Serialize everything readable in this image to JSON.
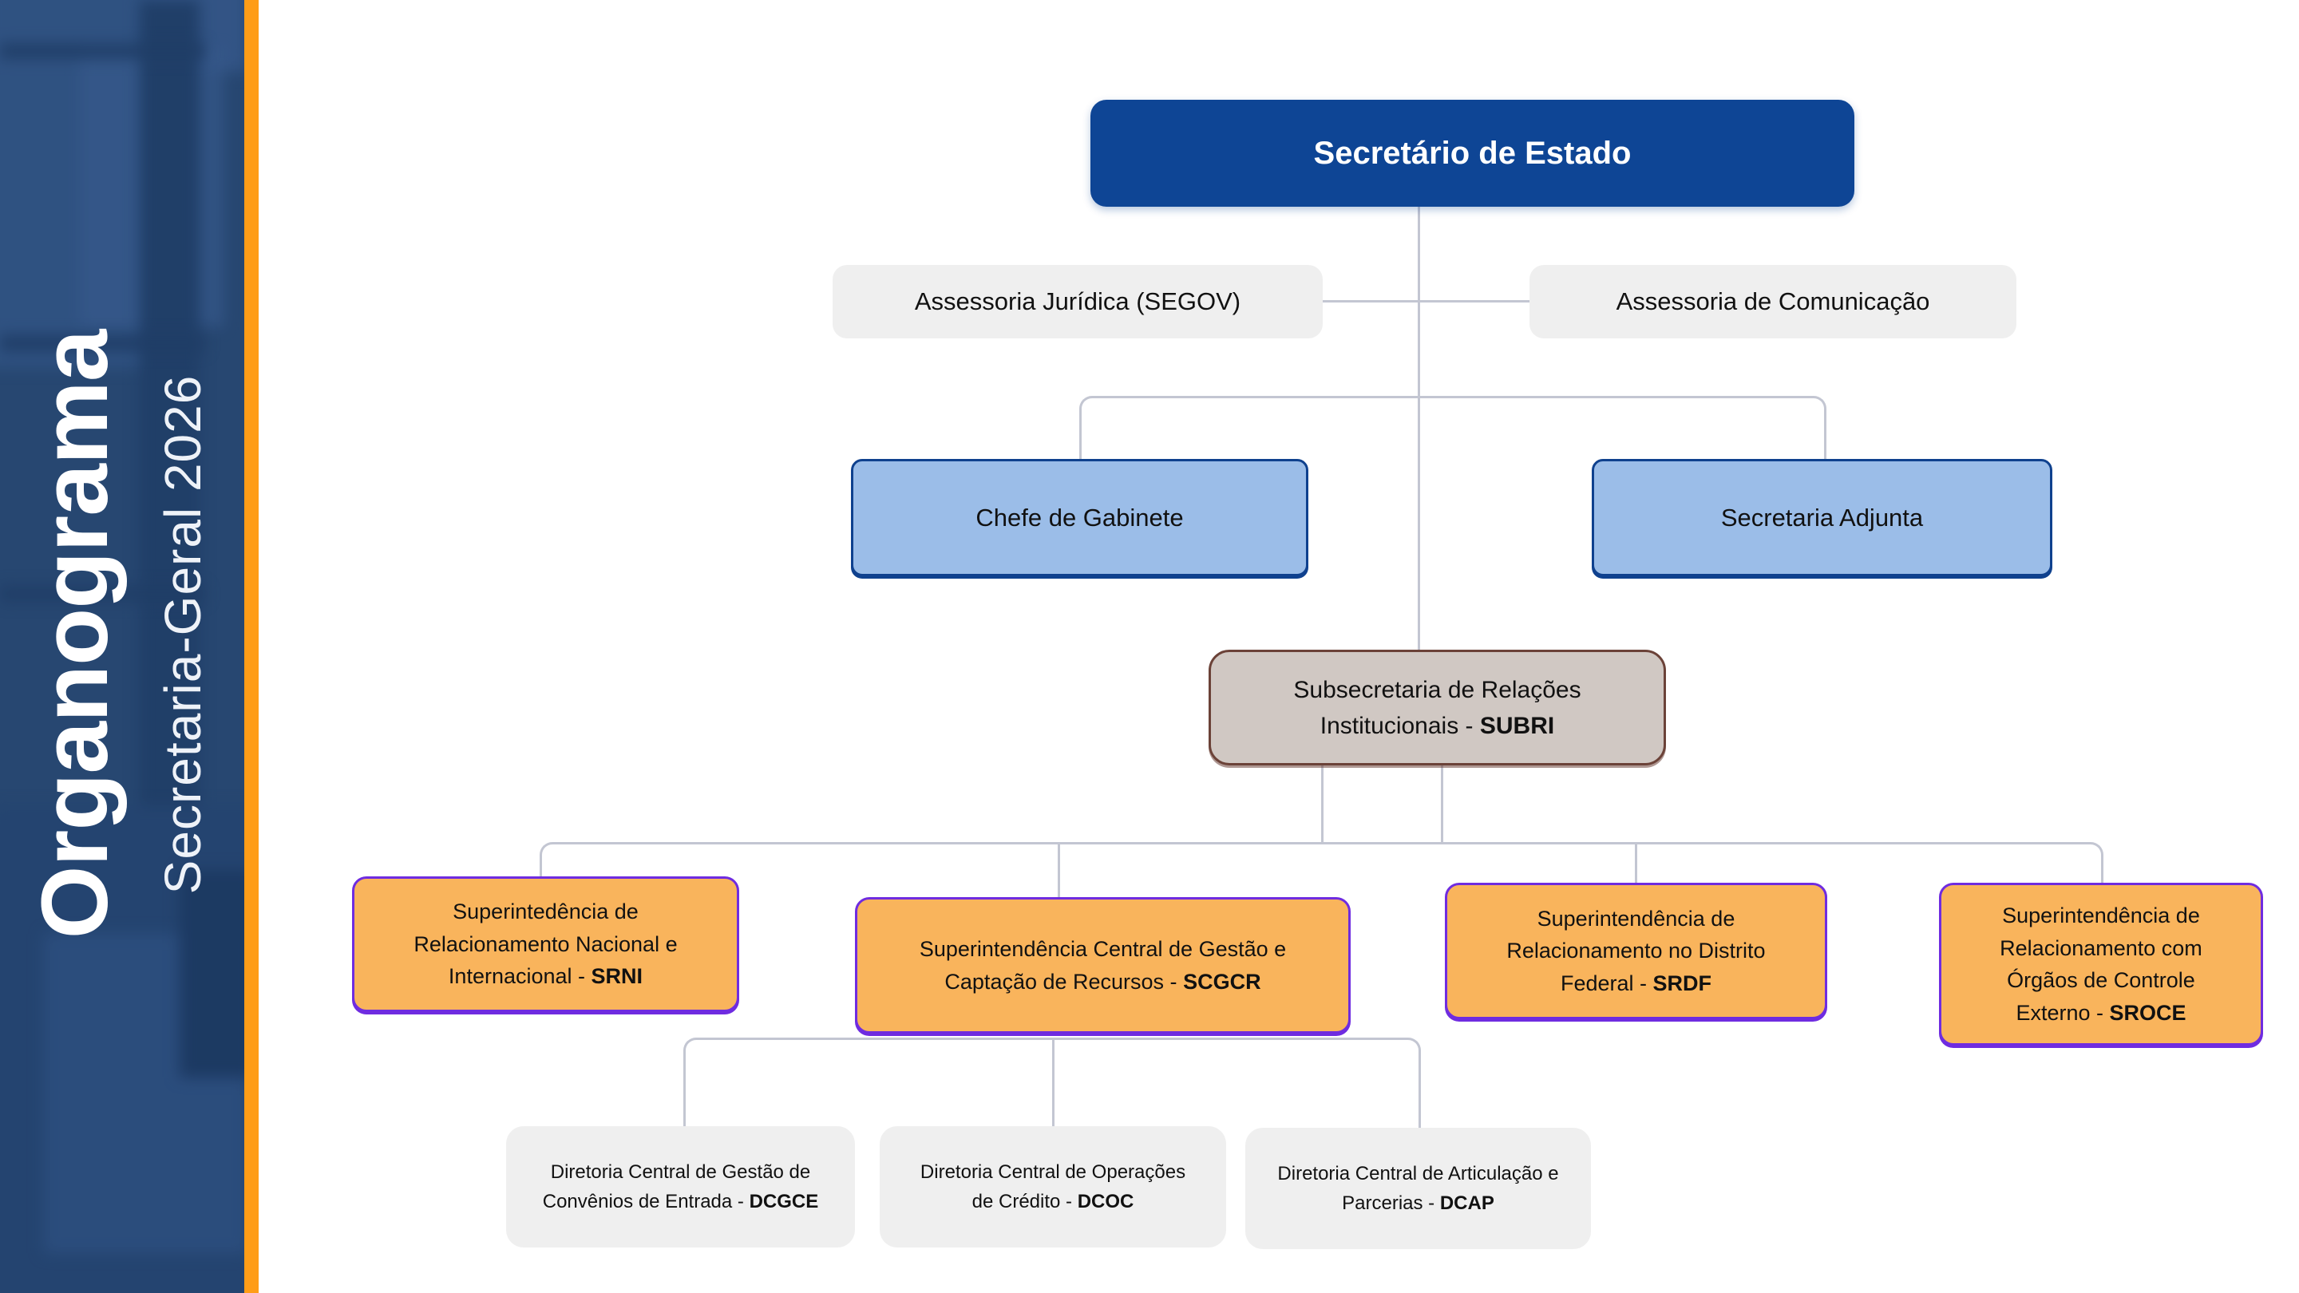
{
  "sidebar": {
    "title": "Organograma",
    "subtitle": "Secretaria-Geral 2026"
  },
  "colors": {
    "sidebar-blue": "#274771",
    "accent-orange": "#FF9D17",
    "root-blue": "#0E4595",
    "light-blue-fill": "#9BBDE8",
    "light-blue-border": "#0F418E",
    "orange-fill": "#F9B45C",
    "purple-border": "#6F2CE0",
    "taupe-fill": "#D0C8C3",
    "brown-border": "#6B4238",
    "gray-fill": "#EFEFEF",
    "connector": "#C3C6D2",
    "text-dark": "#111111",
    "text-white": "#FFFFFF"
  },
  "org": {
    "root": {
      "label": "Secretário de Estado"
    },
    "assessorias": [
      {
        "label": "Assessoria Jurídica (SEGOV)"
      },
      {
        "label": "Assessoria de Comunicação"
      }
    ],
    "gabinete": [
      {
        "label": "Chefe de Gabinete"
      },
      {
        "label": "Secretaria Adjunta"
      }
    ],
    "subsecretaria": {
      "text": "Subsecretaria de Relações\nInstitucionais - ",
      "acronym": "SUBRI"
    },
    "superintendencias": [
      {
        "text": "Superintedência de\nRelacionamento Nacional e\nInternacional - ",
        "acronym": "SRNI"
      },
      {
        "text": "Superintendência Central de Gestão e\nCaptação de Recursos - ",
        "acronym": "SCGCR"
      },
      {
        "text": "Superintendência de\nRelacionamento no Distrito\nFederal - ",
        "acronym": "SRDF"
      },
      {
        "text": "Superintendência de\nRelacionamento com\nÓrgãos de Controle\nExterno - ",
        "acronym": "SROCE"
      }
    ],
    "diretorias": [
      {
        "text": "Diretoria Central de Gestão de\nConvênios de Entrada - ",
        "acronym": "DCGCE"
      },
      {
        "text": "Diretoria Central de Operações\nde Crédito - ",
        "acronym": "DCOC"
      },
      {
        "text": "Diretoria Central de Articulação e\nParcerias - ",
        "acronym": "DCAP"
      }
    ]
  }
}
